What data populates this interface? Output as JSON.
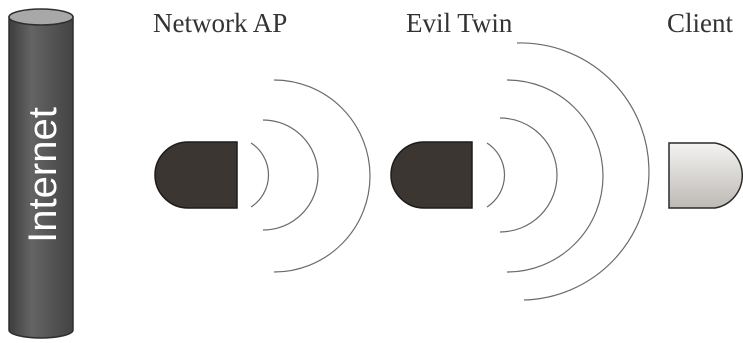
{
  "labels": {
    "internet": "Internet",
    "network_ap": "Network AP",
    "evil_twin": "Evil Twin",
    "client": "Client"
  },
  "colors": {
    "cylinder_body": "#575757",
    "cylinder_top": "#a8a8a8",
    "device_dark": "#3b3632",
    "device_light": "#d9d7d5",
    "waves": "#666666"
  },
  "icons": {
    "internet": "cylinder-icon",
    "network_ap": "access-point-icon",
    "evil_twin": "access-point-icon",
    "client": "client-device-icon"
  }
}
